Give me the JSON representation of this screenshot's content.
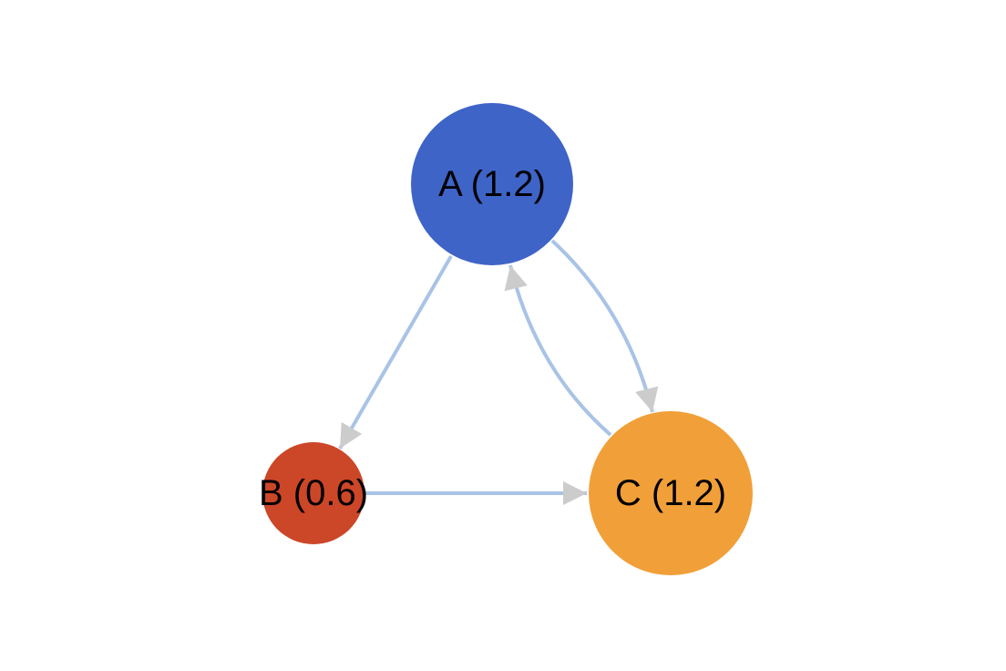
{
  "diagram": {
    "type": "directed-graph",
    "nodes": [
      {
        "id": "A",
        "label": "A (1.2)",
        "name": "A",
        "value": 1.2,
        "color": "#3F64C8"
      },
      {
        "id": "B",
        "label": "B (0.6)",
        "name": "B",
        "value": 0.6,
        "color": "#CC4628"
      },
      {
        "id": "C",
        "label": "C (1.2)",
        "name": "C",
        "value": 1.2,
        "color": "#F19F38"
      }
    ],
    "edges": [
      {
        "from": "A",
        "to": "B"
      },
      {
        "from": "B",
        "to": "C"
      },
      {
        "from": "A",
        "to": "C"
      },
      {
        "from": "C",
        "to": "A"
      }
    ],
    "colors": {
      "edge": "#A9C3E6",
      "arrowhead": "#CCCCCC"
    }
  }
}
